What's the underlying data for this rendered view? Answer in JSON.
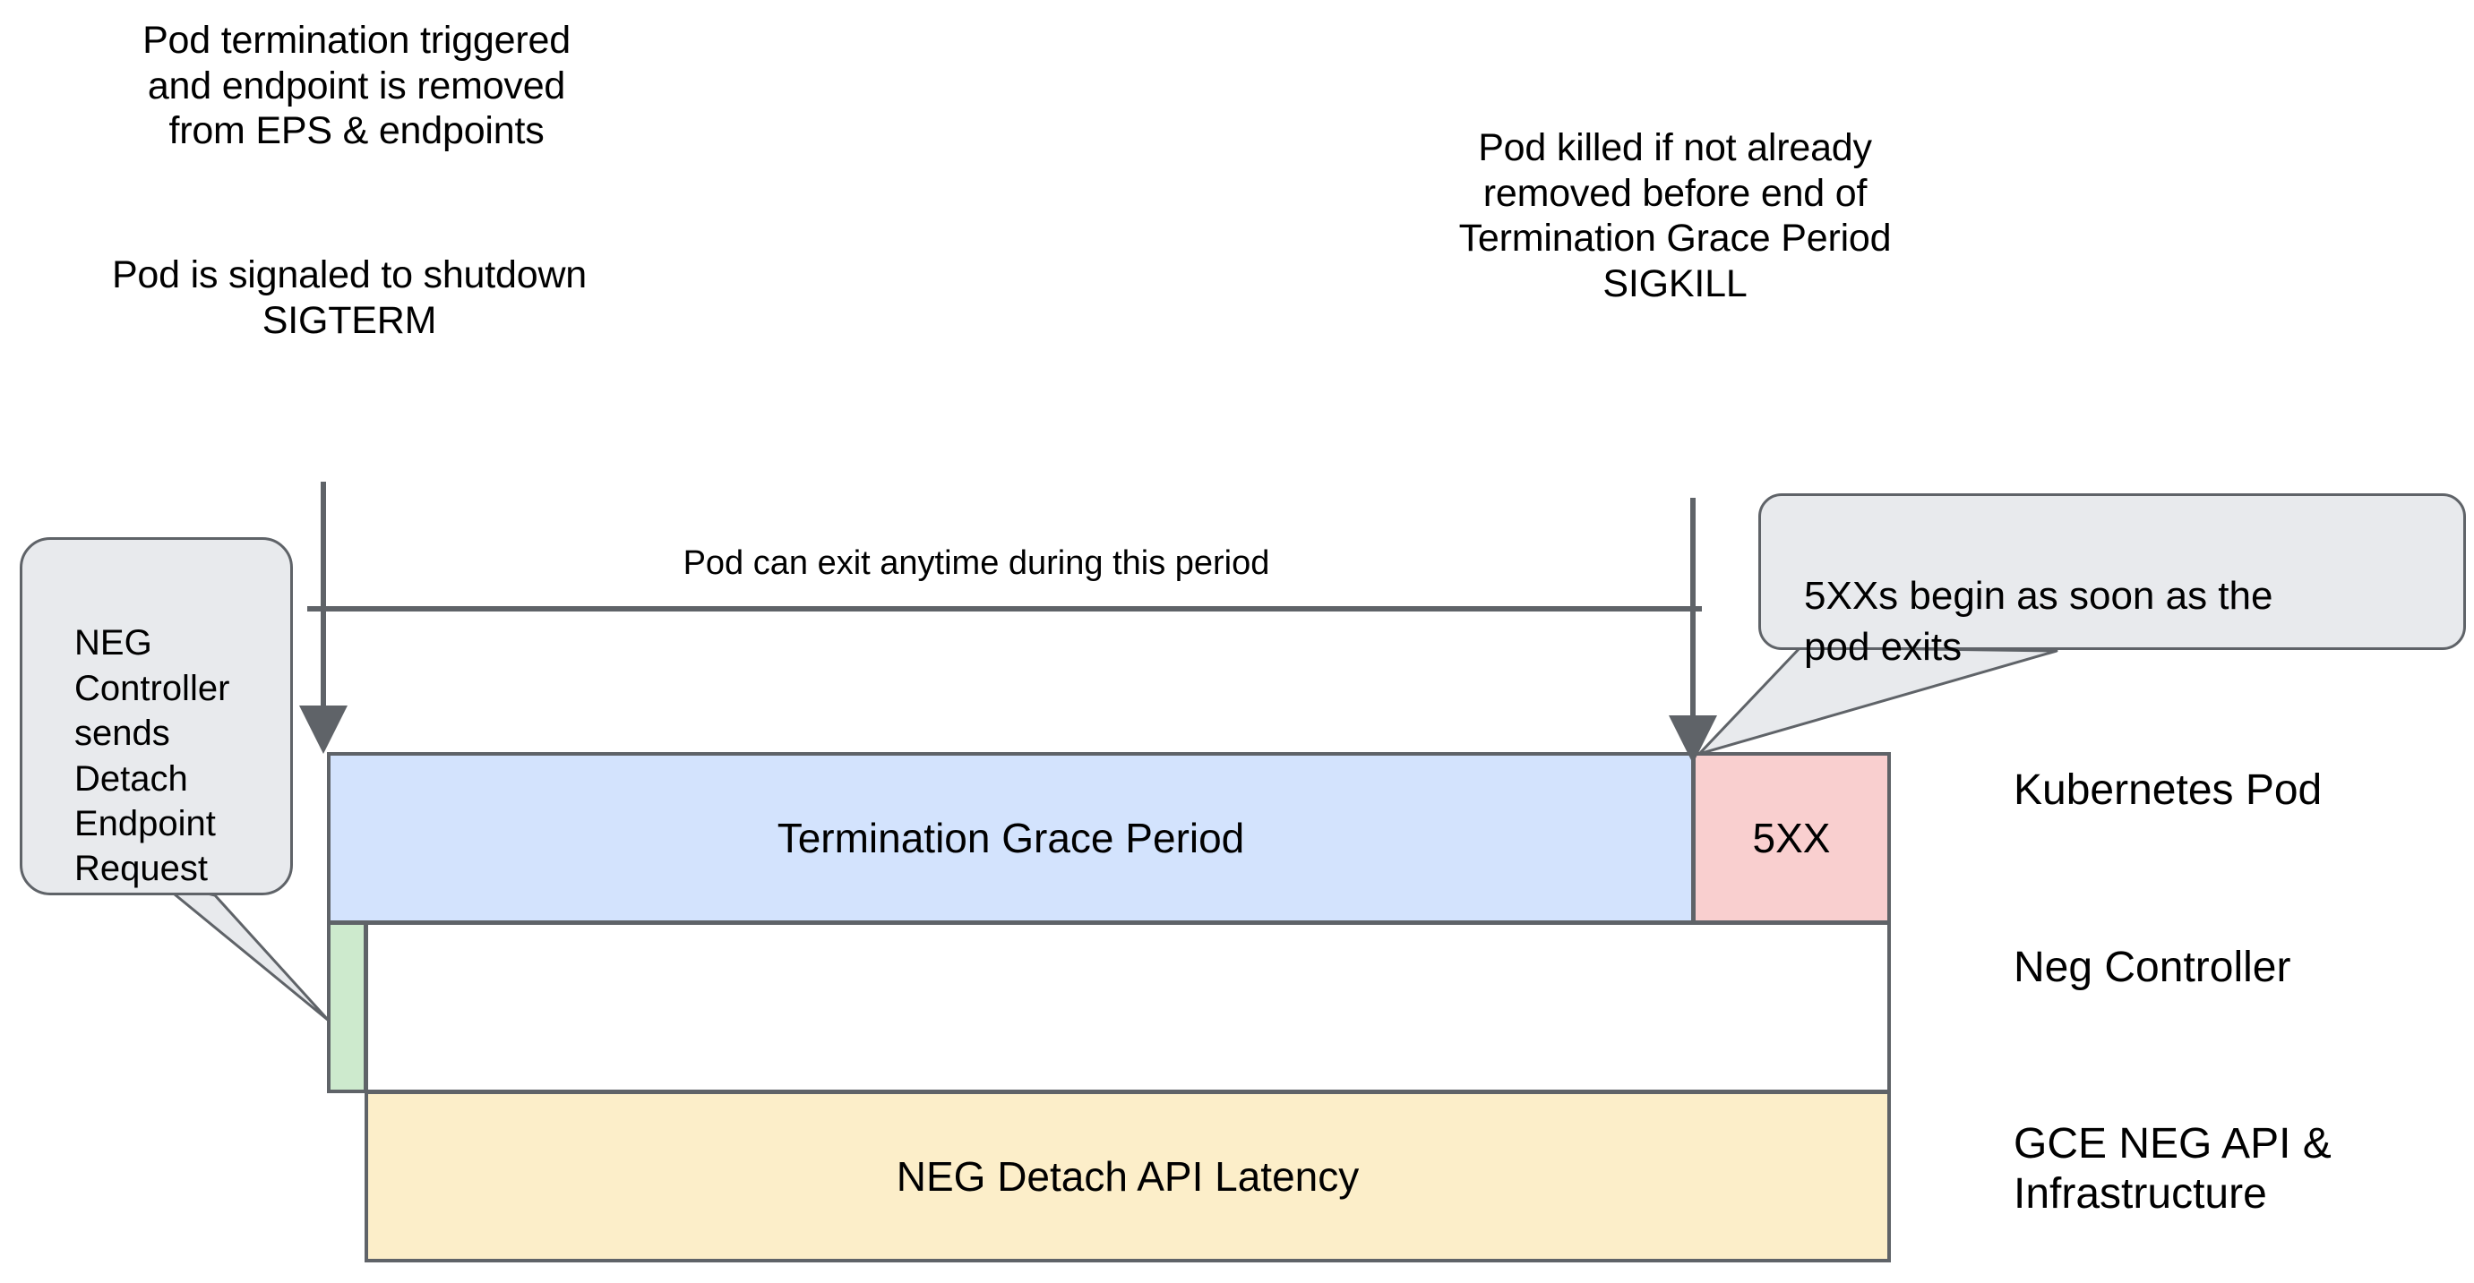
{
  "diagram": {
    "title": "Kubernetes Pod termination and NEG detach timeline",
    "background": "#ffffff"
  },
  "notes": {
    "left_top": "Pod termination triggered\nand endpoint is removed\nfrom EPS & endpoints",
    "left_bottom": "Pod is signaled to shutdown\nSIGTERM",
    "right_top": "Pod killed if not already\nremoved before end of\nTermination Grace Period\nSIGKILL"
  },
  "span": {
    "label": "Pod can exit anytime during this period"
  },
  "callouts": [
    {
      "name": "neg-controller-callout",
      "text": "NEG\nController\nsends\nDetach\nEndpoint\nRequest",
      "fill": "#e8eaed",
      "stroke": "#5f6368"
    },
    {
      "name": "5xx-callout",
      "text": "5XXs begin as soon as the\npod exits",
      "fill": "#e8eaed",
      "stroke": "#5f6368"
    }
  ],
  "bars": [
    {
      "name": "termination-grace-period",
      "label": "Termination Grace Period",
      "fill": "#d3e3fd",
      "stroke": "#5f6368"
    },
    {
      "name": "5xx",
      "label": "5XX",
      "fill": "#f9cfcf",
      "stroke": "#5f6368"
    },
    {
      "name": "neg-detach-request",
      "label": "",
      "fill": "#cdeacd",
      "stroke": "#5f6368"
    },
    {
      "name": "neg-controller-idle",
      "label": "",
      "fill": "#ffffff",
      "stroke": "#5f6368"
    },
    {
      "name": "neg-detach-api-latency",
      "label": "NEG Detach API Latency",
      "fill": "#fceec9",
      "stroke": "#5f6368"
    }
  ],
  "lanes": [
    {
      "name": "kubernetes-pod",
      "label": "Kubernetes Pod"
    },
    {
      "name": "neg-controller",
      "label": "Neg Controller"
    },
    {
      "name": "gce-neg-api",
      "label": "GCE NEG API &\nInfrastructure"
    }
  ],
  "colors": {
    "stroke": "#5f6368",
    "blue": "#d3e3fd",
    "pink": "#f9cfcf",
    "green": "#cdeacd",
    "yellow": "#fceec9",
    "bubble": "#e8eaed",
    "text": "#000000"
  }
}
